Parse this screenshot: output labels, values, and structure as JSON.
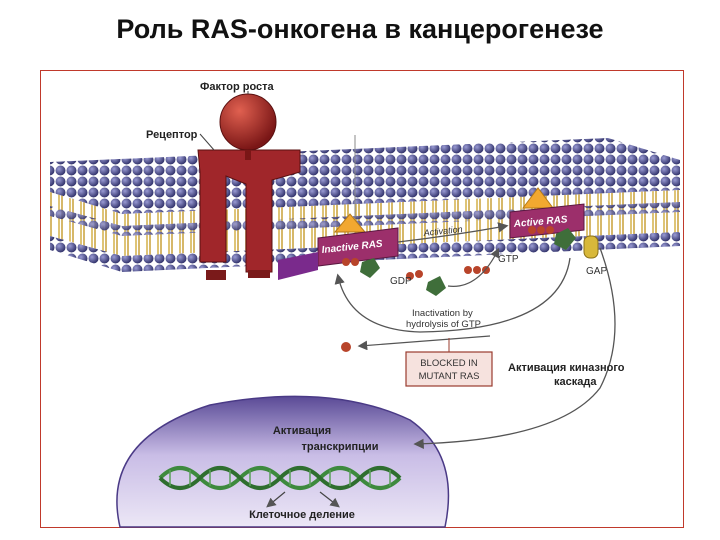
{
  "title": "Роль RAS-онкогена в канцерогенезе",
  "labels": {
    "growth_factor": "Фактор роста",
    "receptor": "Рецептор",
    "inactive_ras": "Inactive RAS",
    "active_ras": "Active RAS",
    "activation": "Activation",
    "gdp": "GDP",
    "gtp": "GTP",
    "gap": "GAP",
    "inactivation_line1": "Inactivation by",
    "inactivation_line2": "hydrolysis of GTP",
    "blocked_line1": "BLOCKED IN",
    "blocked_line2": "MUTANT RAS",
    "kinase_line1": "Активация киназного",
    "kinase_line2": "каскада",
    "transcription_line1": "Активация",
    "transcription_line2": "транскрипции",
    "cell_division": "Клеточное деление"
  },
  "colors": {
    "membrane_head": "#4a4b8c",
    "lipid_tail": "#d4b24a",
    "receptor": "#a0262a",
    "ras_protein": "#9c2f6b",
    "arrow_orange": "#f2a830",
    "gdp_gtp_ball": "#b8442a",
    "effector": "#3f6e3a",
    "gap": "#d8b83a",
    "nucleus": "#7b6ab0",
    "dna_green": "#3e8a3e",
    "frame": "#c0392b"
  }
}
